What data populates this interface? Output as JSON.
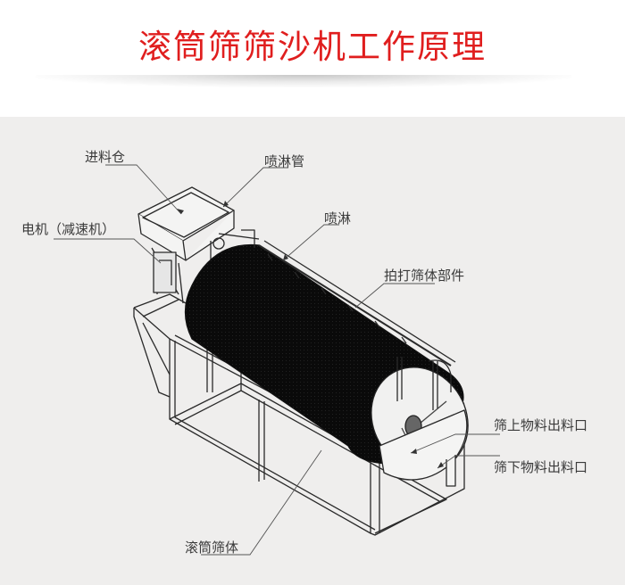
{
  "header": {
    "title": "滚筒筛筛沙机工作原理",
    "title_color": "#e01e1e"
  },
  "diagram": {
    "background": "#efeeed",
    "labels": [
      {
        "id": "feed-hopper",
        "text": "进料仓"
      },
      {
        "id": "spray-pipe",
        "text": "喷淋管"
      },
      {
        "id": "motor-reducer",
        "text": "电机（减速机）"
      },
      {
        "id": "spray",
        "text": "喷淋"
      },
      {
        "id": "beating-screen-parts",
        "text": "拍打筛体部件"
      },
      {
        "id": "oversize-outlet",
        "text": "筛上物料出料口"
      },
      {
        "id": "undersize-outlet",
        "text": "筛下物料出料口"
      },
      {
        "id": "drum-screen-body",
        "text": "滚筒筛体"
      }
    ]
  }
}
